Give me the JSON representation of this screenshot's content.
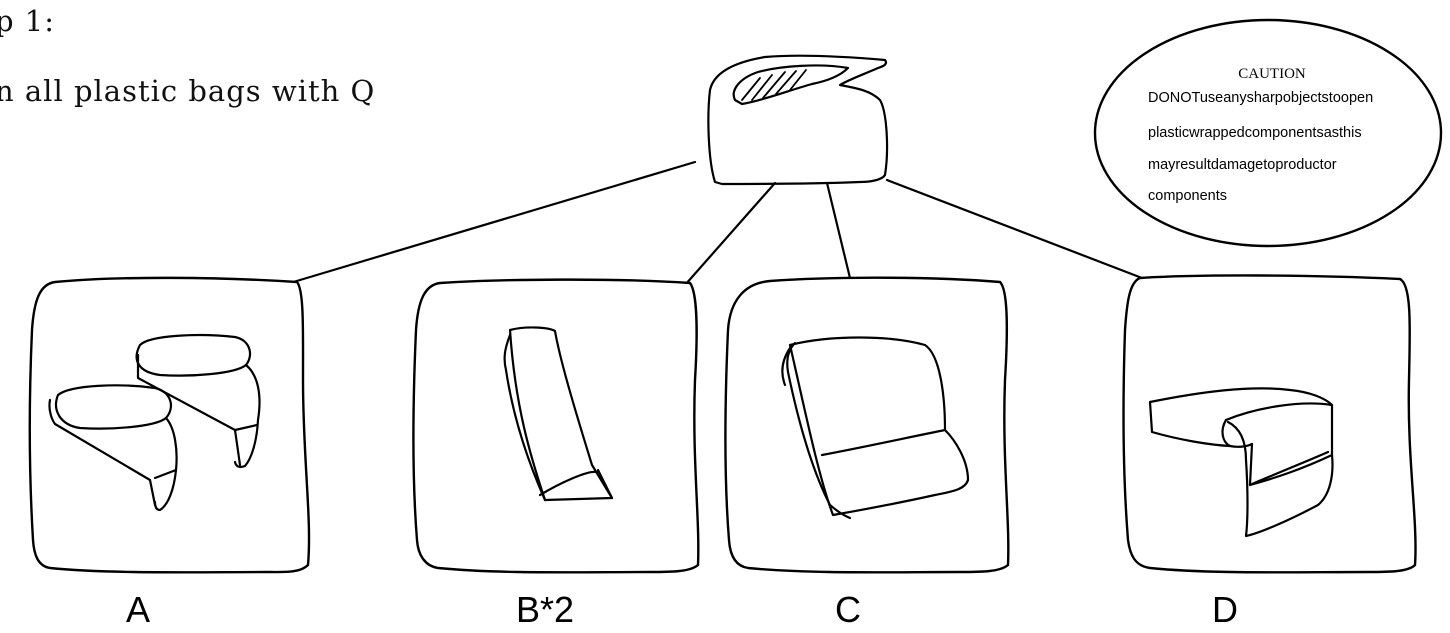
{
  "step": {
    "title": "p 1:",
    "instruction": "n all plastic bags with Q"
  },
  "caution": {
    "title": "CAUTION",
    "lines": [
      "DONOTuseanysharpobjectstoopen",
      "plasticwrappedcomponentsasthis",
      "mayresultdamagetoproductor",
      "components"
    ]
  },
  "parts": [
    {
      "id": "A",
      "label": "A"
    },
    {
      "id": "B",
      "label": "B*2"
    },
    {
      "id": "C",
      "label": "C"
    },
    {
      "id": "D",
      "label": "D"
    }
  ],
  "icons": {
    "tool": "bag-opener-tool-icon",
    "part_a": "armrest-pair-icon",
    "part_b": "side-bolster-icon",
    "part_c": "seat-cushion-icon",
    "part_d": "corner-cushion-icon"
  }
}
